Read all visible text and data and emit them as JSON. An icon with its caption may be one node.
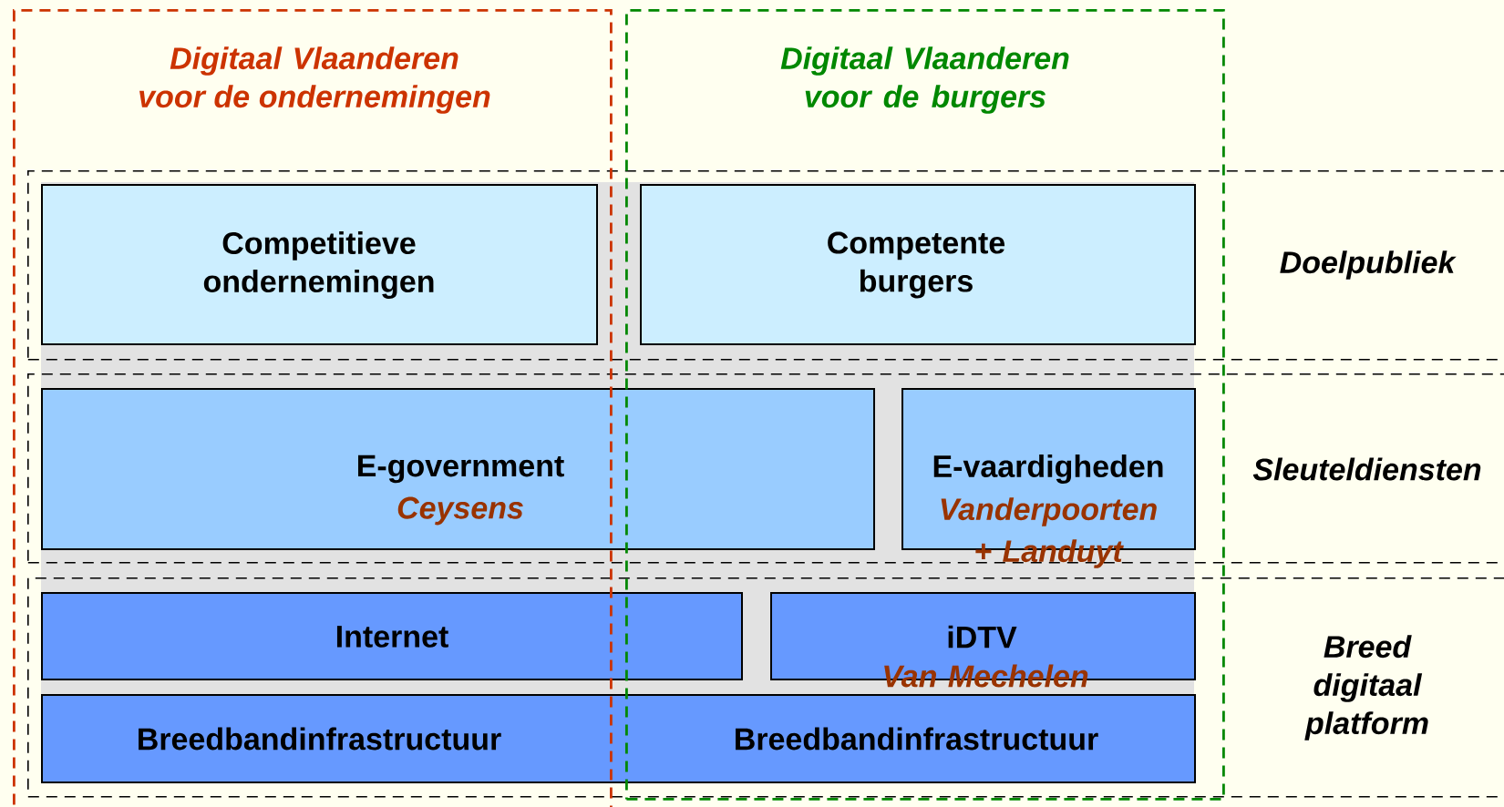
{
  "diagram": {
    "nodes": [
      {
        "text": [
          "Digitaal Vlaanderen voor de ondernemingen"
        ]
      },
      {
        "text": [
          "Digitaal Vlaanderen voor de burgers"
        ]
      },
      {
        "text": [
          "Doelpubliek"
        ]
      },
      {
        "text": [
          "Competitieve ondernemingen"
        ]
      },
      {
        "text": [
          "Competente burgers"
        ]
      },
      {
        "text": [
          "Sleuteldiensten"
        ]
      },
      {
        "text": [
          "E-government",
          "Ceysens"
        ],
        "in": 5
      },
      {
        "text": [
          "E-vaardigheden",
          "Vanderpoorten + Landuyt"
        ]
      },
      {
        "text": [
          "Breed digitaal platform"
        ]
      },
      {
        "text": [
          "Internet"
        ],
        "in": 8
      },
      {
        "text": [
          "iDTV",
          "Van Mechelen"
        ]
      },
      {
        "text": [
          "Breedbandinfrastructuur",
          "Breedbandinfrastructuur"
        ],
        "in": 8
      }
    ]
  }
}
